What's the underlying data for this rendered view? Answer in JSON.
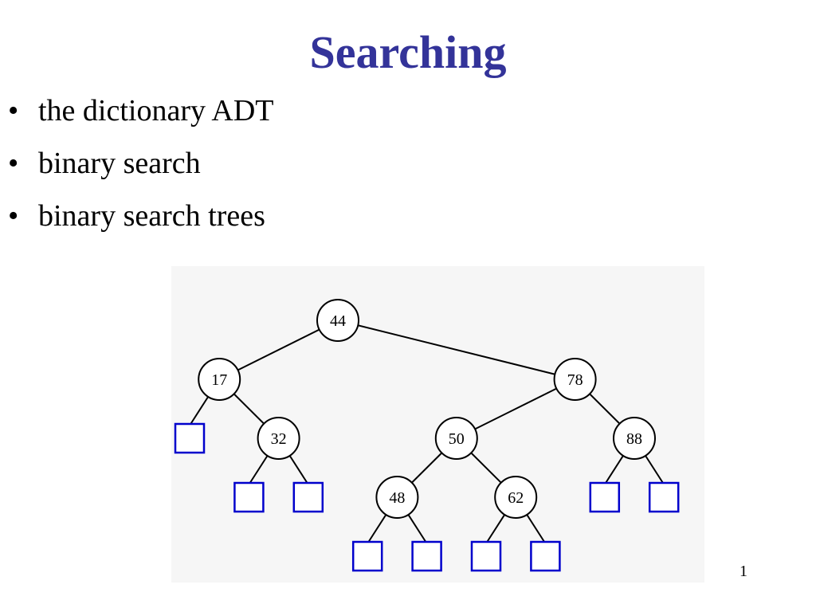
{
  "slide": {
    "title": "Searching",
    "bullet_symbol": "•",
    "bullets": [
      "the dictionary ADT",
      "binary search",
      "binary search trees"
    ],
    "page_number": "1"
  },
  "colors": {
    "title": "#333399",
    "panel_background": "#f6f6f6",
    "node_outline": "#000000",
    "leaf_outline": "#0000cc"
  },
  "tree": {
    "root": {
      "key": "44",
      "left": {
        "key": "17",
        "left": null,
        "right": {
          "key": "32",
          "left": null,
          "right": null
        }
      },
      "right": {
        "key": "78",
        "left": {
          "key": "50",
          "left": {
            "key": "48",
            "left": null,
            "right": null
          },
          "right": {
            "key": "62",
            "left": null,
            "right": null
          }
        },
        "right": {
          "key": "88",
          "left": null,
          "right": null
        }
      }
    },
    "external_node_shape": "square"
  }
}
